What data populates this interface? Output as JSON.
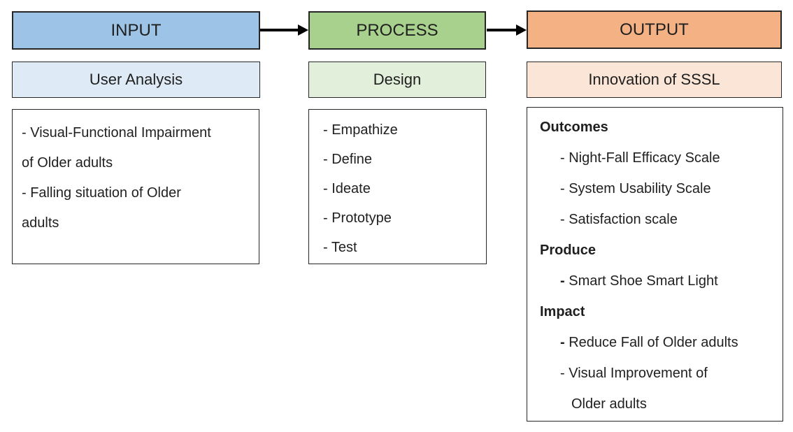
{
  "diagram": {
    "columns": {
      "input": {
        "header": "INPUT",
        "subheader": "User Analysis",
        "items": [
          "- Visual-Functional Impairment of Older adults",
          "- Falling situation of Older adults"
        ]
      },
      "process": {
        "header": "PROCESS",
        "subheader": "Design",
        "items": [
          "- Empathize",
          "- Define",
          "- Ideate",
          "- Prototype",
          "- Test"
        ]
      },
      "output": {
        "header": "OUTPUT",
        "subheader": "Innovation of SSSL",
        "sections": [
          {
            "heading": "Outcomes",
            "items": [
              "- Night-Fall Efficacy Scale",
              "- System Usability Scale",
              "- Satisfaction scale"
            ]
          },
          {
            "heading": "Produce",
            "items": [
              "- Smart Shoe Smart Light"
            ]
          },
          {
            "heading": "Impact",
            "items": [
              "- Reduce Fall of Older adults",
              "- Visual Improvement of Older adults"
            ]
          }
        ]
      }
    }
  },
  "colors": {
    "input_header_bg": "#9DC3E6",
    "input_sub_bg": "#DEEAF6",
    "process_header_bg": "#A9D18E",
    "process_sub_bg": "#E2EFDA",
    "output_header_bg": "#F4B183",
    "output_sub_bg": "#FBE5D6",
    "box_border": "#262626",
    "text": "#1f1f1f",
    "arrow": "#000000",
    "page_bg": "#FFFFFF"
  }
}
